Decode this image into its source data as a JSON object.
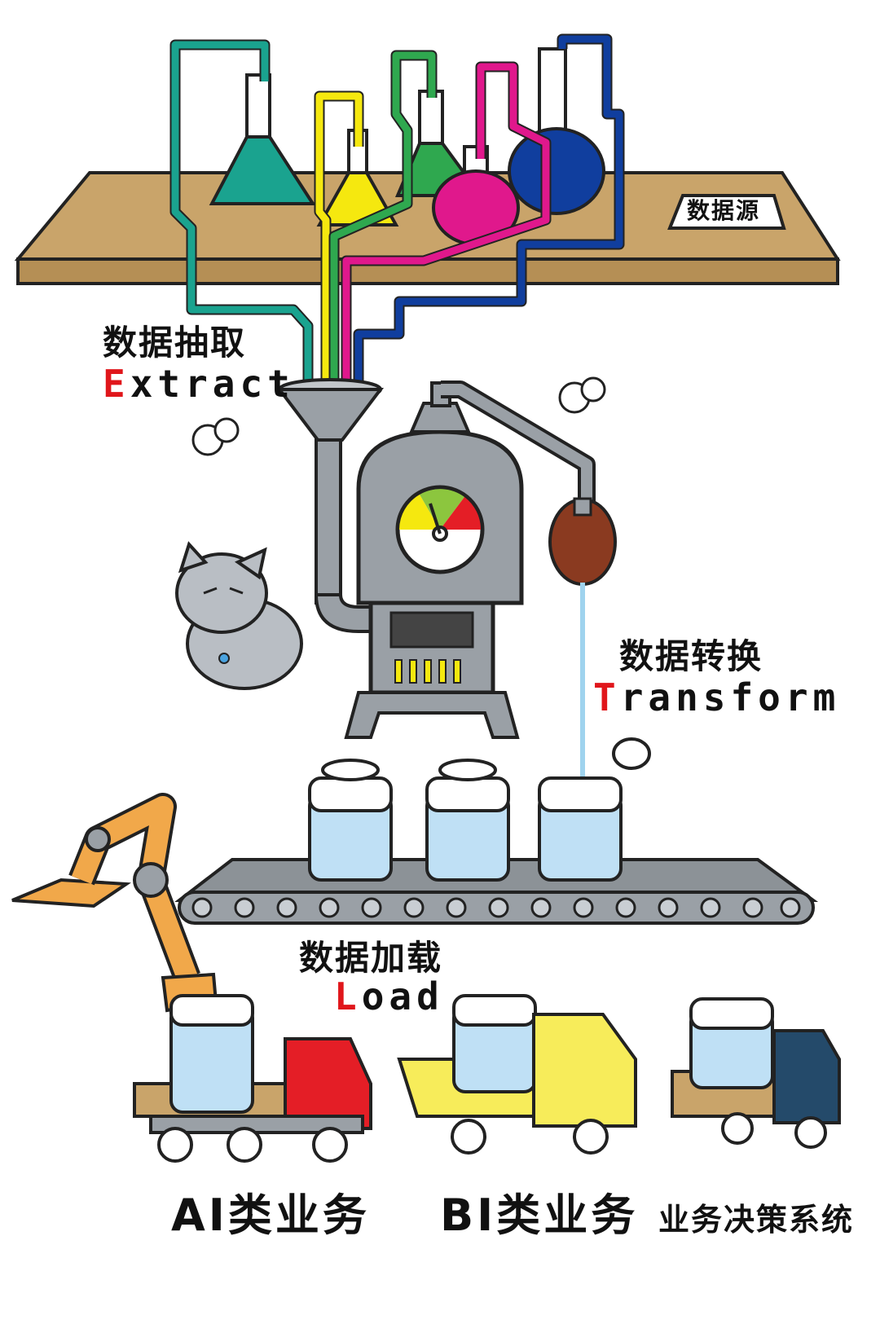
{
  "source_sign": "数据源",
  "stages": {
    "extract": {
      "cn": "数据抽取",
      "en_first": "E",
      "en_rest": "xtract"
    },
    "transform": {
      "cn": "数据转换",
      "en_first": "T",
      "en_rest": "ransform"
    },
    "load": {
      "cn": "数据加载",
      "en_first": "L",
      "en_rest": "oad"
    }
  },
  "destinations": {
    "ai": "AI类业务",
    "bi": "BI类业务",
    "decision": "业务决策系统"
  },
  "colors": {
    "accent": "#e0161b",
    "teal": "#1aa38f",
    "yellow": "#f5e80f",
    "green": "#2fa84f",
    "magenta": "#e0188c",
    "blue": "#103e9e",
    "table": "#c9a46a",
    "metal": "#9aa0a6",
    "water": "#bfe0f5",
    "arm": "#f1a84a",
    "truck_red": "#e41e26",
    "truck_yellow": "#f7ec5a",
    "truck_blue": "#244a6a"
  }
}
